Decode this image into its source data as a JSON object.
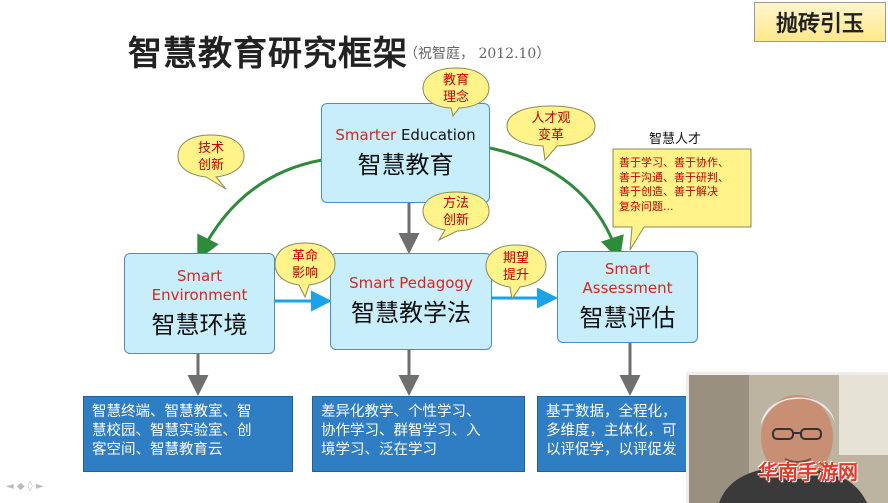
{
  "title": "智慧教育研究框架",
  "subtitle": "（祝智庭， 2012.10）",
  "corner_label": "抛砖引玉",
  "boxes": {
    "education": {
      "en1": "Smarter",
      "en2": "Education",
      "zh": "智慧教育"
    },
    "environment": {
      "en1": "Smart",
      "en2": "Environment",
      "zh": "智慧环境"
    },
    "pedagogy": {
      "en": "Smart Pedagogy",
      "zh": "智慧教学法"
    },
    "assessment": {
      "en1": "Smart",
      "en2": "Assessment",
      "zh": "智慧评估"
    }
  },
  "bubbles": {
    "concept": [
      "教育",
      "理念"
    ],
    "technology": [
      "技术",
      "创新"
    ],
    "talent_view": [
      "人才观",
      "变革"
    ],
    "method": [
      "方法",
      "创新"
    ],
    "revolution": [
      "革命",
      "影响"
    ],
    "expectation": [
      "期望",
      "提升"
    ]
  },
  "talent": {
    "title": "智慧人才",
    "lines": [
      "善于学习、善于协作、",
      "善于沟通、善于研判、",
      "善于创造、善于解决",
      "复杂问题..."
    ]
  },
  "bottom": {
    "environment": [
      "智慧终端、智慧教室、智",
      "慧校园、智慧实验室、创",
      "客空间、智慧教育云"
    ],
    "pedagogy": [
      "差异化教学、个性学习、",
      "协作学习、群智学习、入",
      "境学习、泛在学习"
    ],
    "assessment": [
      "基于数据，全程化，",
      "多维度，主体化，可",
      "以评促学，以评促发"
    ]
  },
  "watermark": "华南手游网",
  "colors": {
    "box_fill": "#c8eefc",
    "bubble_fill": "#fff38a",
    "bottom_fill": "#2f7ec4",
    "arrow_green": "#2e8b3c",
    "arrow_blue": "#1aa3e6",
    "arrow_gray": "#6f6f6f"
  }
}
